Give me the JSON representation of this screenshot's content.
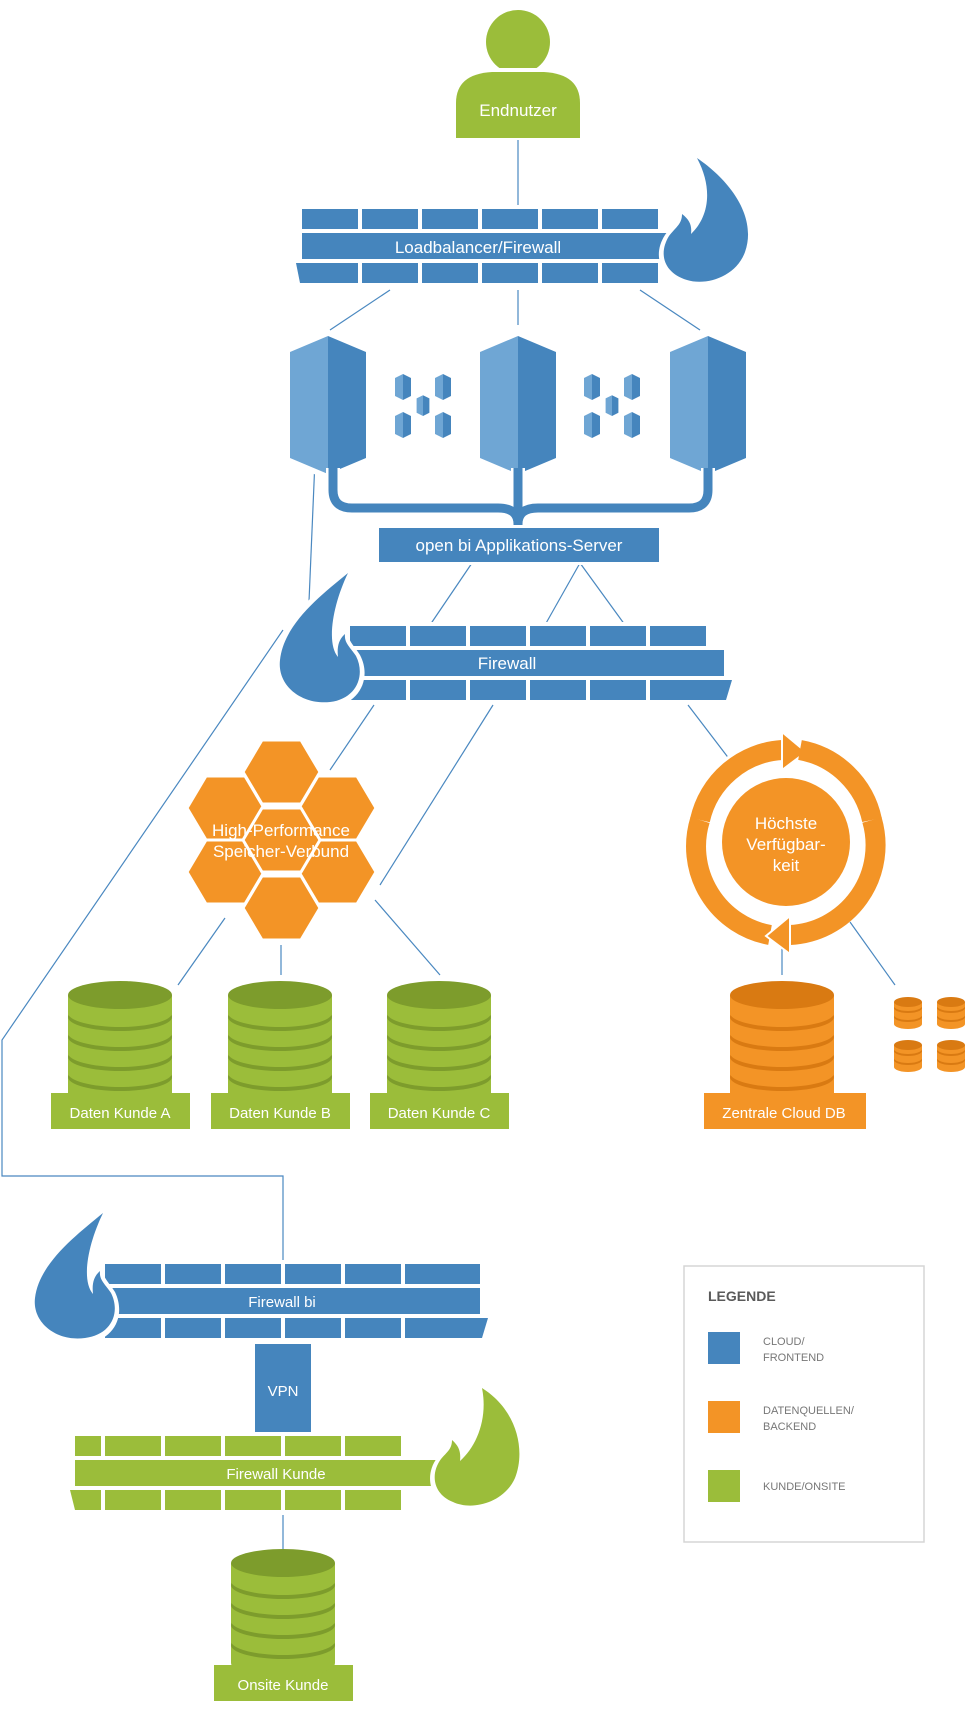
{
  "colors": {
    "cloud": "#4585bd",
    "cloud_light": "#6fa6d4",
    "backend": "#f39426",
    "backend_dark": "#d97a12",
    "onsite": "#9bbd3a",
    "onsite_dark": "#7d9c2c",
    "connector": "#4a88c0"
  },
  "nodes": {
    "endnutzer": "Endnutzer",
    "loadbalancer": "Loadbalancer/Firewall",
    "app_server": "open bi Applikations-Server",
    "firewall": "Firewall",
    "storage_line1": "High-Performance",
    "storage_line2": "Speicher-Verbund",
    "availability_line1": "Höchste",
    "availability_line2": "Verfügbar-",
    "availability_line3": "keit",
    "daten_a": "Daten Kunde A",
    "daten_b": "Daten Kunde B",
    "daten_c": "Daten Kunde C",
    "cloud_db": "Zentrale Cloud DB",
    "firewall_bi": "Firewall bi",
    "vpn": "VPN",
    "firewall_kunde": "Firewall Kunde",
    "onsite_kunde": "Onsite Kunde"
  },
  "legend": {
    "title": "LEGENDE",
    "items": [
      {
        "line1": "CLOUD/",
        "line2": "FRONTEND",
        "color": "#4585bd"
      },
      {
        "line1": "DATENQUELLEN/",
        "line2": "BACKEND",
        "color": "#f39426"
      },
      {
        "line1": "KUNDE/ONSITE",
        "line2": "",
        "color": "#9bbd3a"
      }
    ]
  }
}
